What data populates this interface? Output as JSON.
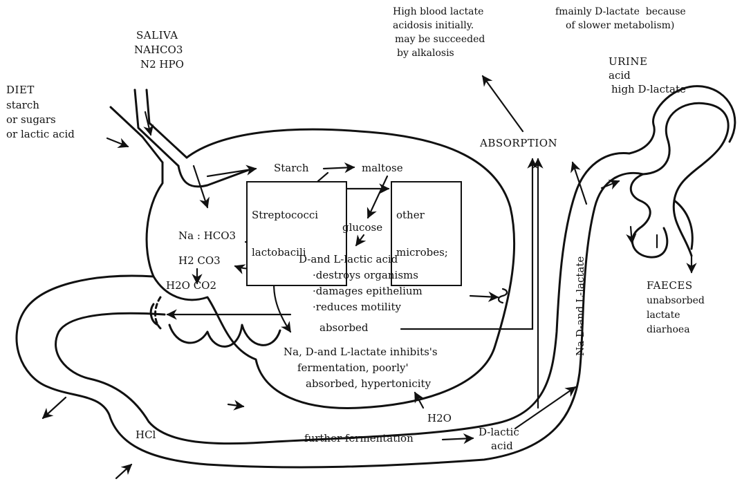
{
  "inputs": {
    "saliva": [
      "SALIVA",
      "NAHCO3",
      "N2 HPO"
    ],
    "diet": [
      "DIET",
      "starch",
      "or sugars",
      "or lactic acid"
    ]
  },
  "rumen": {
    "starch": "Starch",
    "maltose": "maltose",
    "streptococci": [
      "Streptococci",
      "lactobacili"
    ],
    "other_microbes": [
      "other",
      "microbes;"
    ],
    "glucose": "glucose",
    "na_hco3": "Na : HCO3",
    "h2co3": "H2 CO3",
    "h2o_co2": "H2O CO2",
    "lactic_acid": "D-and L-lactic acid",
    "effects": [
      "·destroys organisms",
      "·damages epithelium",
      "·reduces motility",
      "absorbed"
    ],
    "na_lactate": [
      "Na, D-and L-lactate inhibits's",
      "fermentation, poorly'",
      "absorbed, hypertonicity"
    ],
    "h2o": "H2O"
  },
  "abomasum": {
    "hcl": "HCl",
    "further_fermentation": "further fermentation",
    "d_lactic": [
      "D-lactic",
      "acid"
    ]
  },
  "intestine": {
    "na_lactate_vertical": "Na D-and L-lactate"
  },
  "outputs": {
    "blood": [
      "High blood lactate",
      "acidosis initially.",
      "may be succeeded",
      "by alkalosis"
    ],
    "d_lactate_note": [
      "fmainly D-lactate  because",
      "of slower metabolism)"
    ],
    "absorption": "ABSORPTION",
    "urine": [
      "URINE",
      "acid",
      "high D-lactate"
    ],
    "faeces": [
      "FAECES",
      "unabsorbed",
      "lactate",
      "diarhoea"
    ]
  },
  "colors": {
    "ink": "#111111",
    "paper": "#ffffff"
  }
}
